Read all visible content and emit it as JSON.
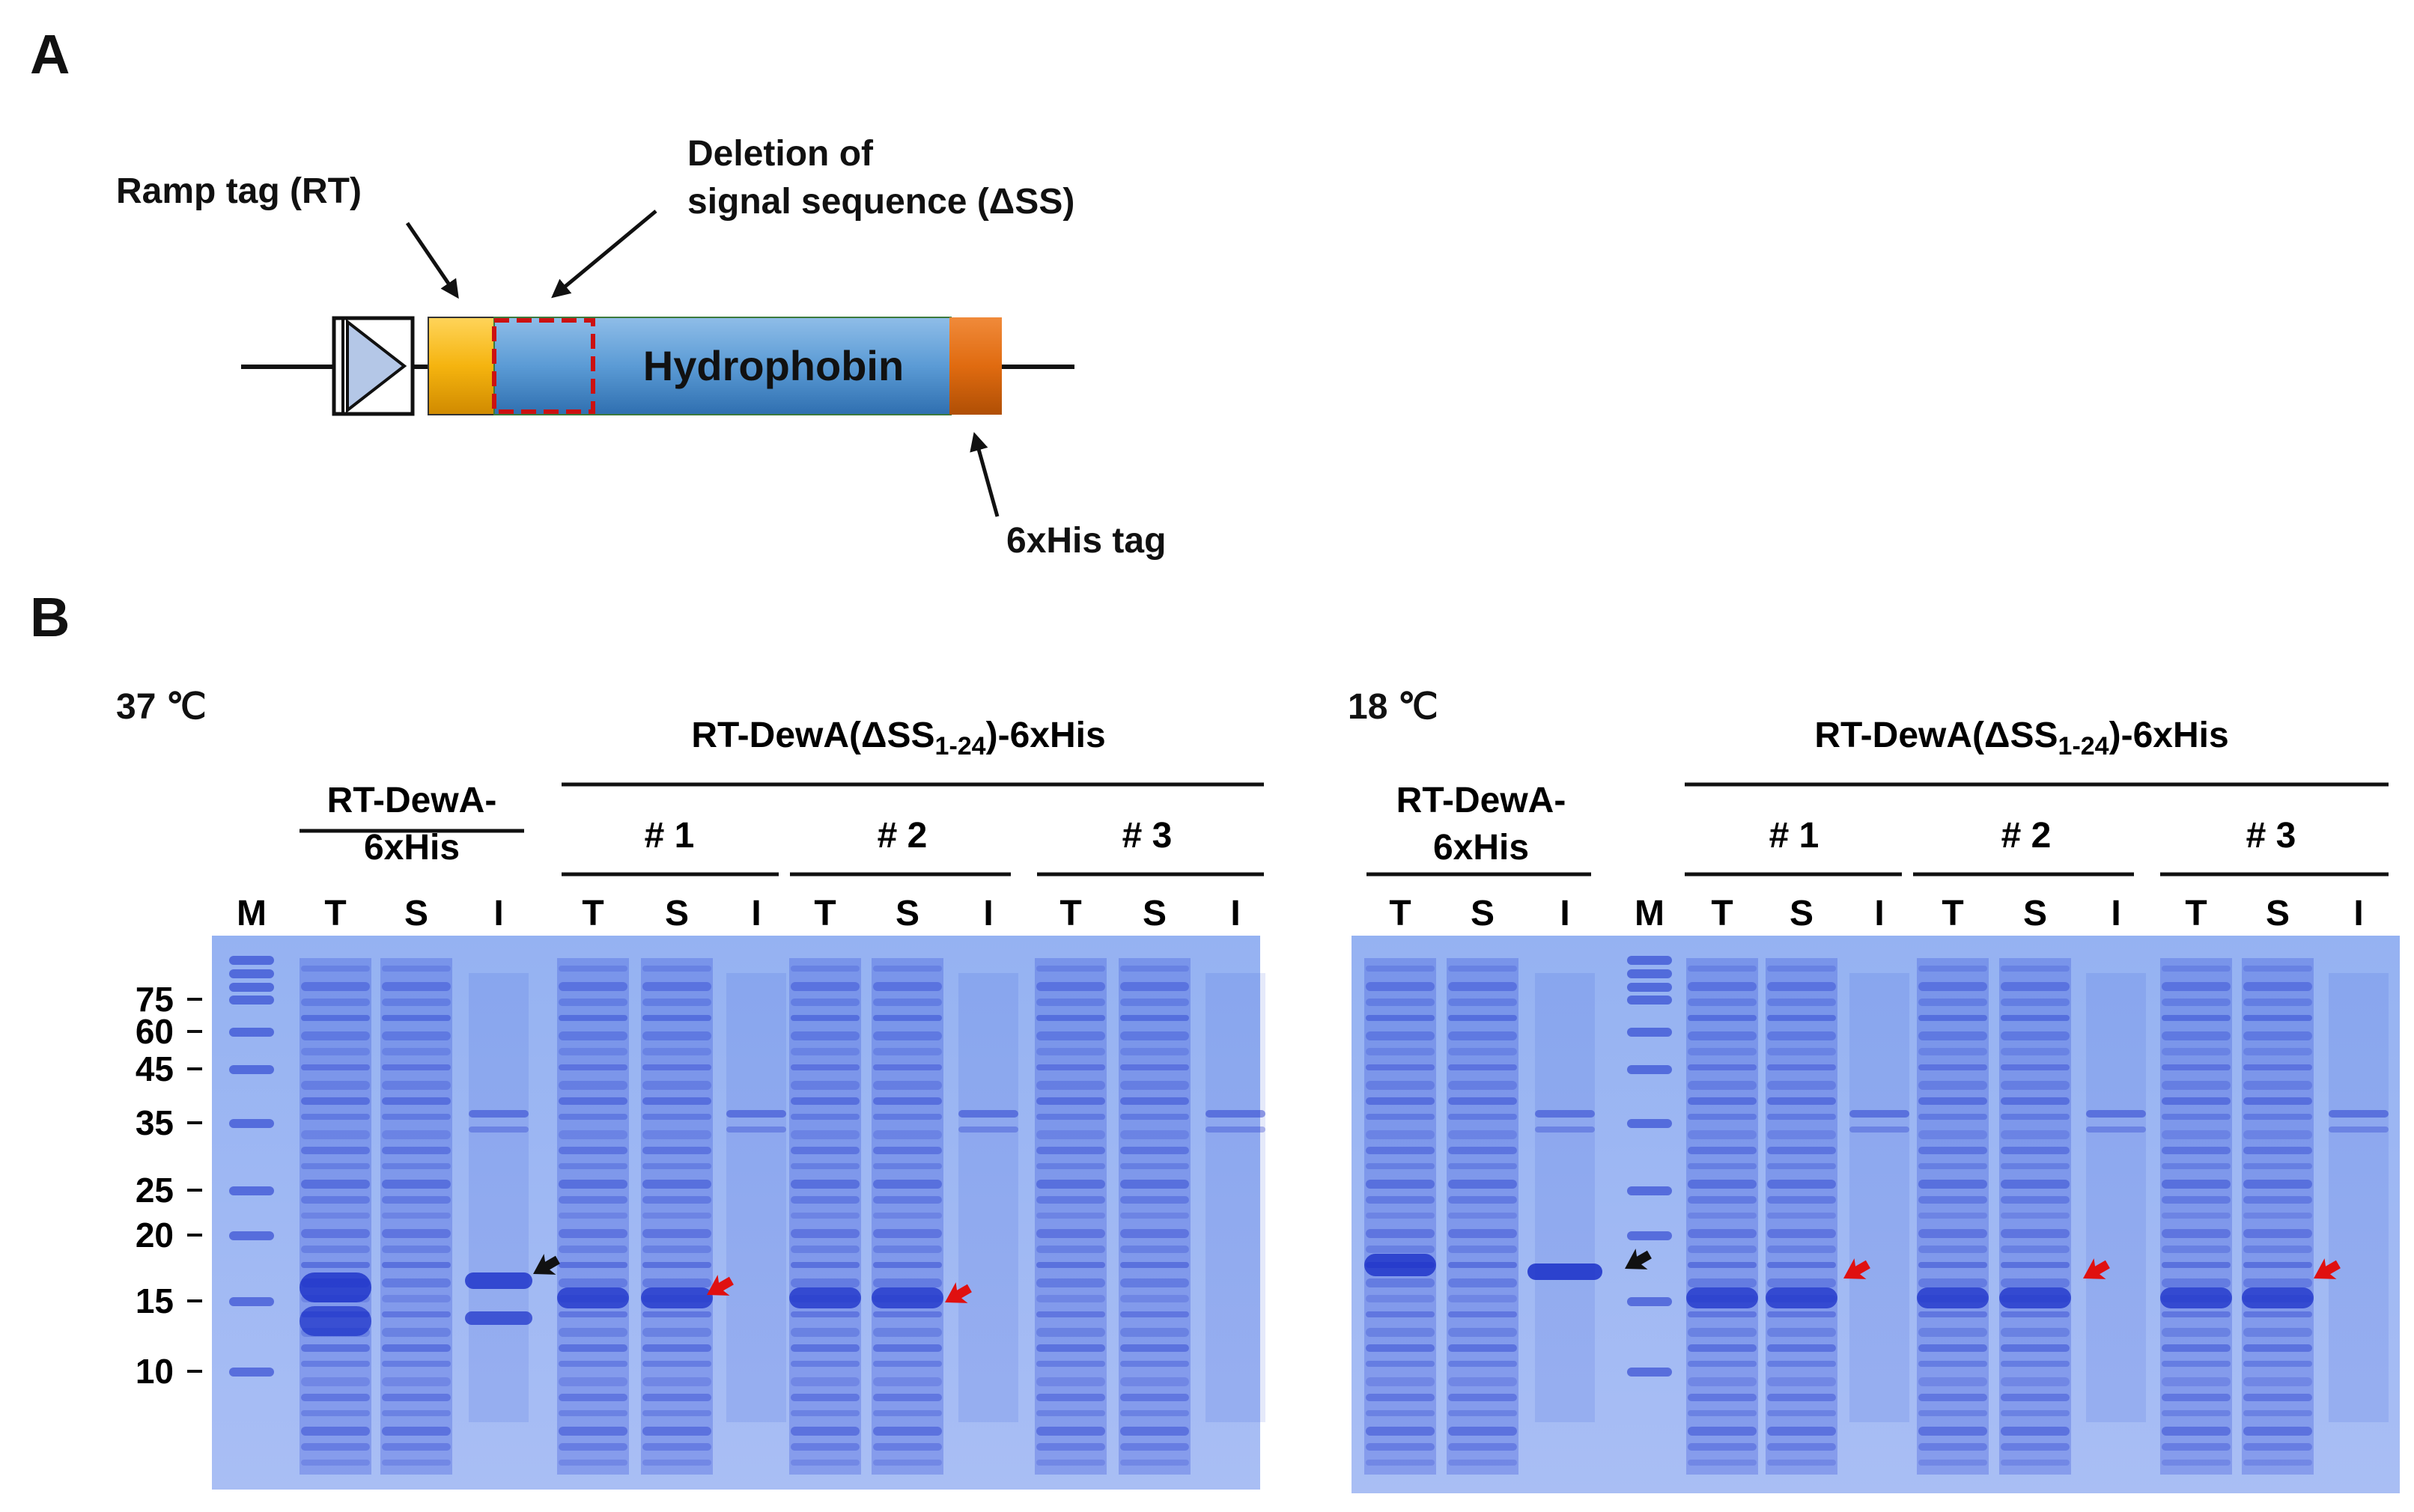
{
  "panel_a": {
    "label": "A",
    "ramp_tag": "Ramp tag (RT)",
    "deletion_line1": "Deletion of",
    "deletion_line2": "signal sequence (ΔSS)",
    "hydrophobin": "Hydrophobin",
    "his_tag": "6xHis tag",
    "colors": {
      "ramp": "#f5b40f",
      "hydrophobin": "#5b9bd5",
      "his": "#e06b10",
      "deletion": "#cc1111",
      "promoter": "#b4c7e7"
    }
  },
  "panel_b": {
    "label": "B",
    "marker_kda": [
      "75",
      "60",
      "45",
      "35",
      "25",
      "20",
      "15",
      "10"
    ],
    "gels": [
      {
        "temperature": "37 ℃",
        "construct_title": "RT-DewA(ΔSS1-24)-6xHis",
        "control_line1": "RT-DewA-",
        "control_line2": "6xHis",
        "clones": [
          "# 1",
          "# 2",
          "# 3"
        ],
        "lanes": [
          "M",
          "T",
          "S",
          "I",
          "T",
          "S",
          "I",
          "T",
          "S",
          "I",
          "T",
          "S",
          "I"
        ]
      },
      {
        "temperature": "18 ℃",
        "construct_title": "RT-DewA(ΔSS1-24)-6xHis",
        "control_line1": "RT-DewA-",
        "control_line2": "6xHis",
        "clones": [
          "# 1",
          "# 2",
          "# 3"
        ],
        "lanes": [
          "T",
          "S",
          "I",
          "M",
          "T",
          "S",
          "I",
          "T",
          "S",
          "I",
          "T",
          "S",
          "I"
        ]
      }
    ]
  }
}
